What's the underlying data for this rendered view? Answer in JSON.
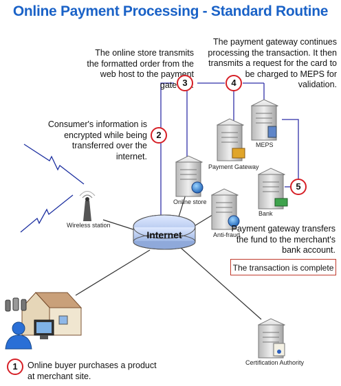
{
  "title": "Online Payment Processing - Standard Routine",
  "notes": {
    "store_transmit": "The online store transmits the formatted order from the web host to the payment gateway.",
    "gateway_continue": "The payment gateway continues processing the transaction. It then transmits a request for the card to be charged to MEPS for validation.",
    "encrypted": "Consumer's information is encrypted while being transferred over the internet.",
    "transfer": "Payment gateway transfers the fund to the merchant's bank account.",
    "buyer": "Online buyer purchases a product at merchant site."
  },
  "complete": "The transaction is complete",
  "hub": "Internet",
  "nodes": {
    "meps": "MEPS",
    "gateway": "Payment Gateway",
    "store": "Online store",
    "bank": "Bank",
    "antifraud": "Anti-fraud",
    "wireless": "Wireless station",
    "ca": "Certification Authority"
  },
  "steps": [
    "1",
    "2",
    "3",
    "4",
    "5"
  ],
  "colors": {
    "title": "#1a62c7",
    "step_ring": "#d61f26",
    "link": "#2f2fa8",
    "connector": "#333333"
  }
}
